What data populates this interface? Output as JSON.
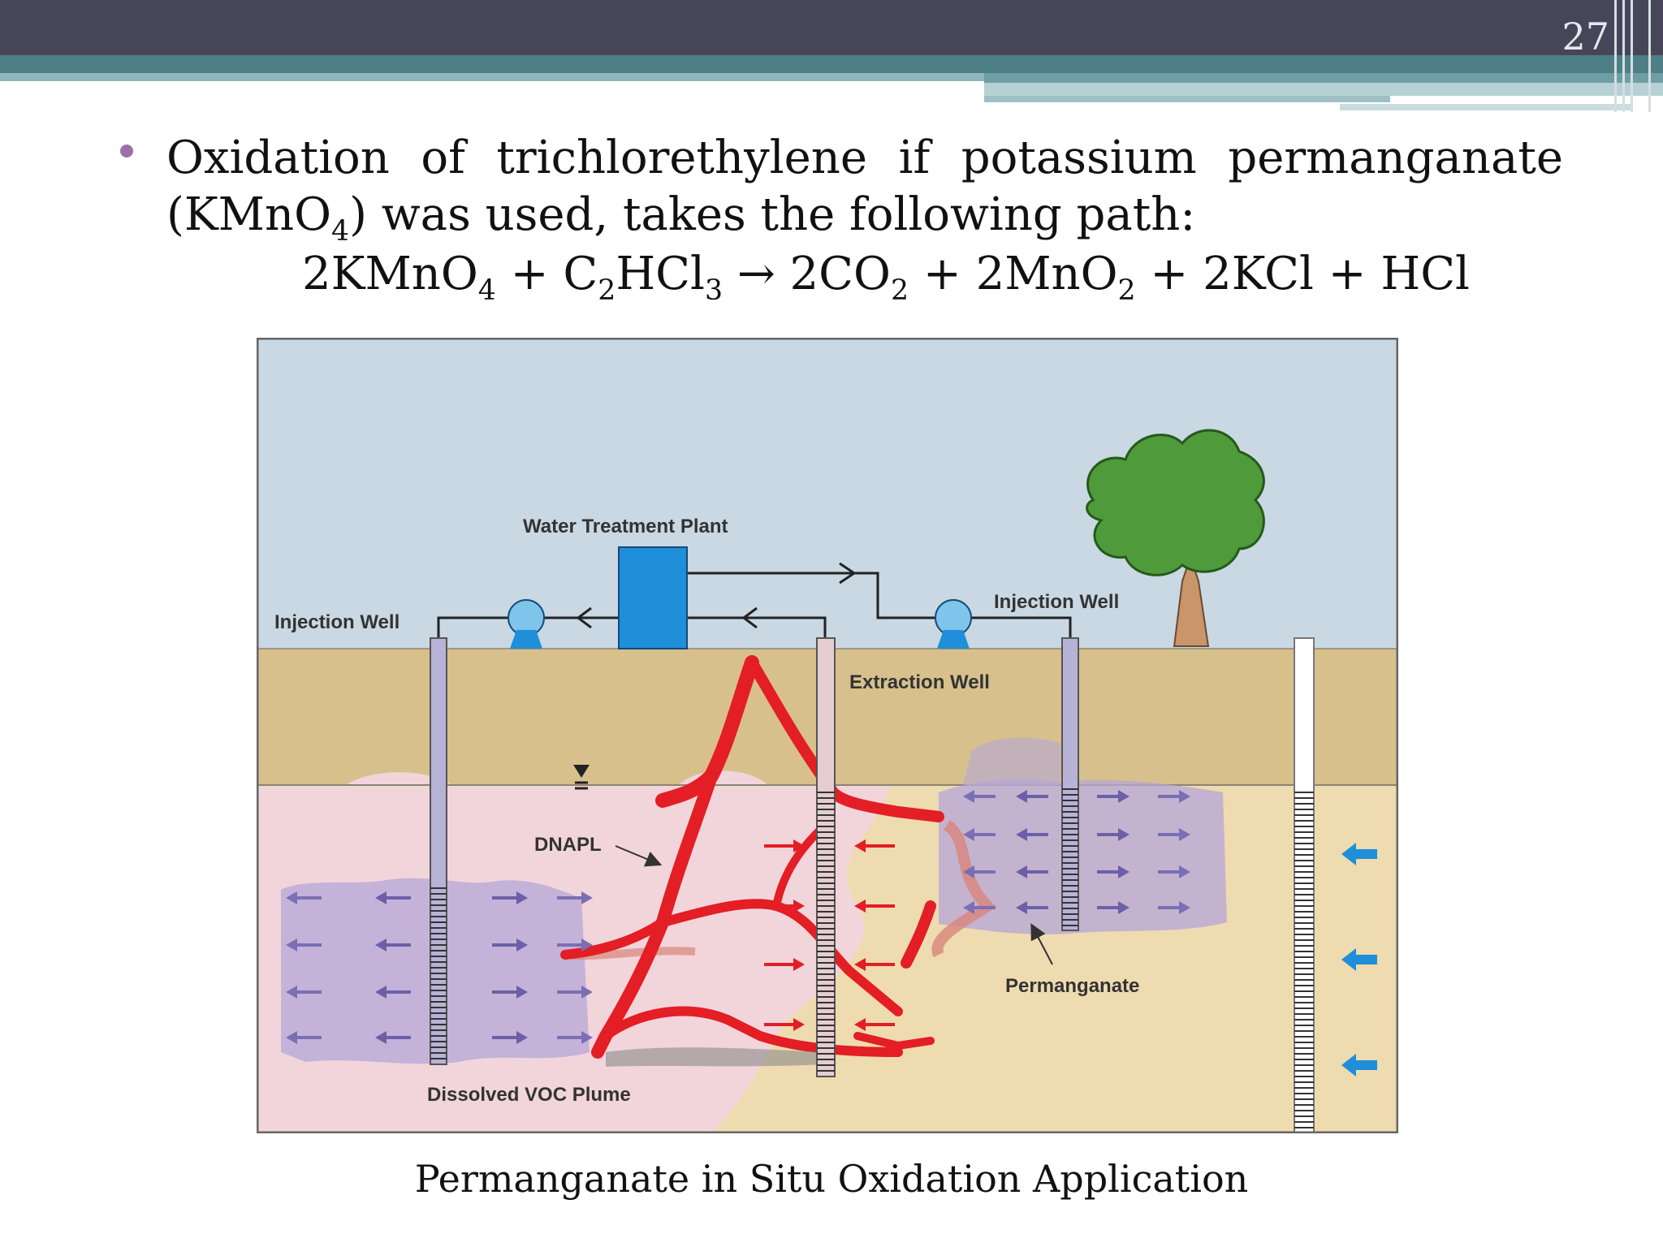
{
  "slide": {
    "number": "27"
  },
  "bullet": {
    "text": "Oxidation of trichlorethylene if potassium permanganate (KMnO",
    "sub4": "4",
    "text_end": ") was used, takes the following path:"
  },
  "equation": {
    "t1": "2KMnO",
    "s1": "4",
    "t2": " + C",
    "s2": "2",
    "t3": "HCl",
    "s3": "3",
    "t4": " → 2CO",
    "s4": "2",
    "t5": " + 2MnO",
    "s5": "2",
    "t6": " + 2KCl + HCl"
  },
  "diagram": {
    "labels": {
      "water_treatment_plant": "Water Treatment Plant",
      "injection_well_left": "Injection Well",
      "injection_well_right": "Injection Well",
      "extraction_well": "Extraction Well",
      "dnapl": "DNAPL",
      "permanganate": "Permanganate",
      "dissolved_voc_plume": "Dissolved VOC Plume"
    },
    "colors": {
      "sky": "#c9d8e3",
      "soil": "#d8c08d",
      "groundwater_pink": "#f2d5db",
      "groundwater_tan": "#efdbb0",
      "dnapl_red": "#e31e24",
      "permanganate_purple": "#b6a6d8",
      "plant_blue": "#1e8fd8",
      "flow_arrow_blue": "#1e8fd8"
    }
  },
  "caption": "Permanganate in Situ Oxidation Application"
}
